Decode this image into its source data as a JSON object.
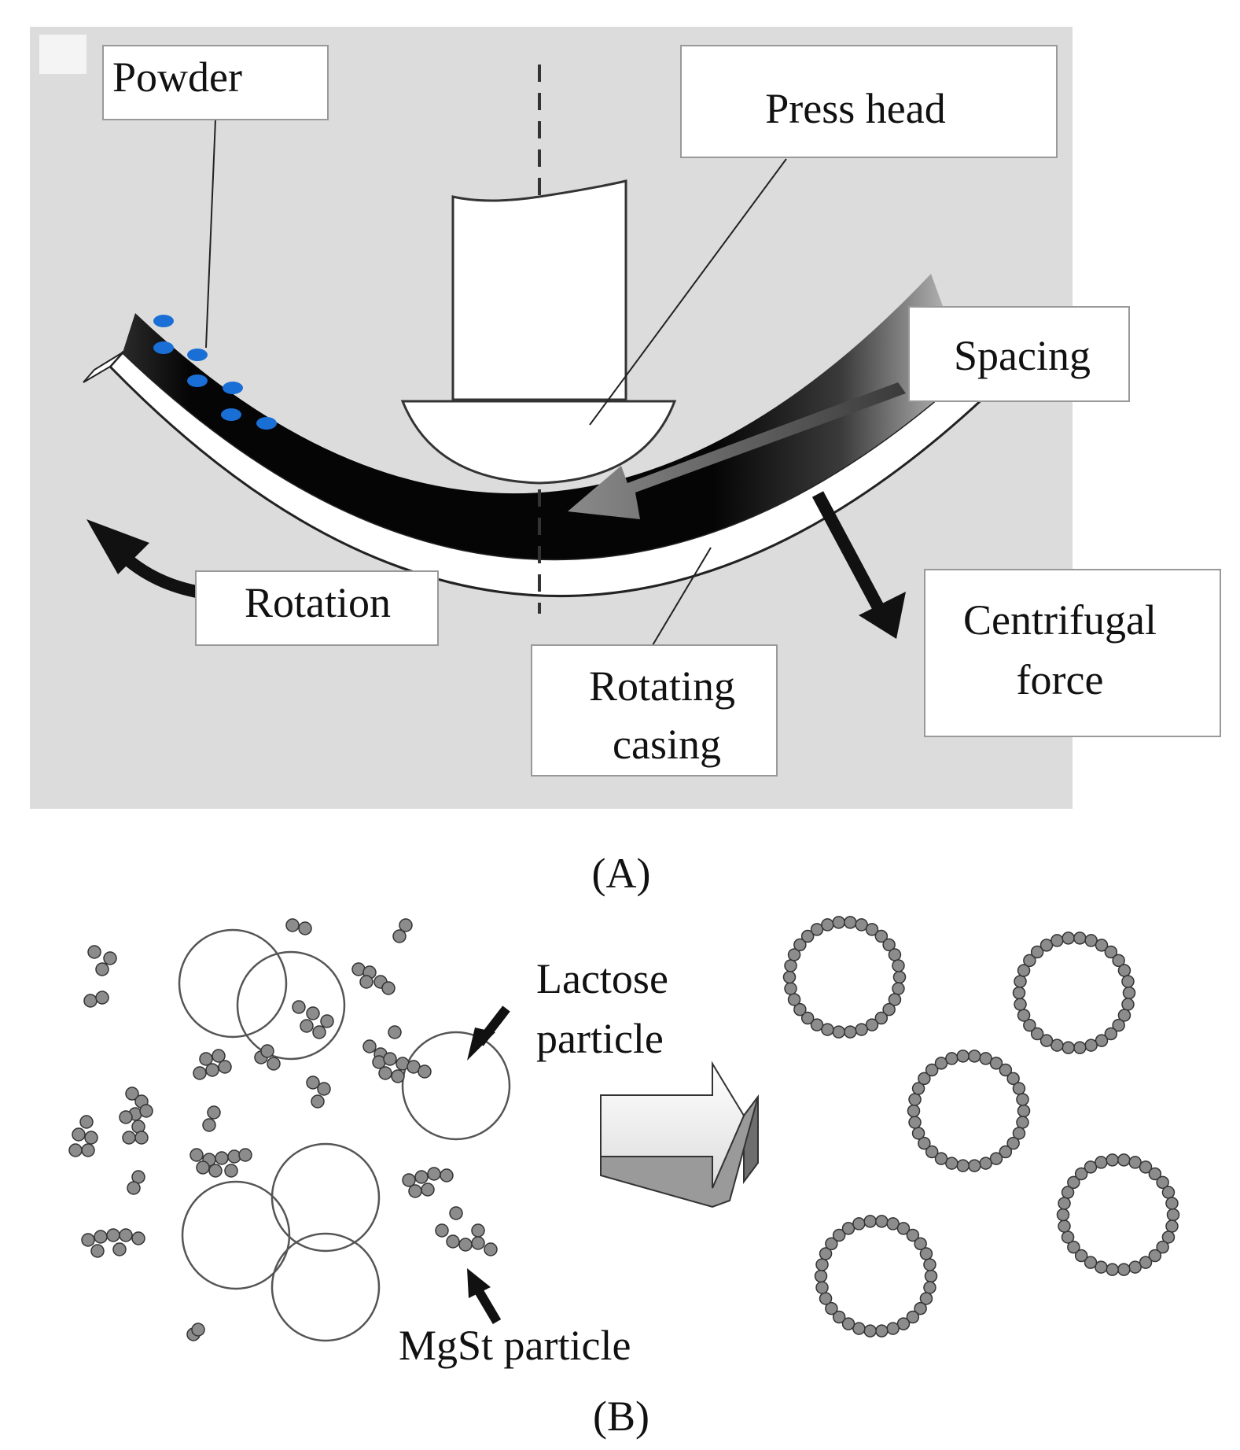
{
  "panel_a": {
    "caption": "(A)",
    "labels": {
      "powder": "Powder",
      "press_head": "Press head",
      "spacing": "Spacing",
      "rotation": "Rotation",
      "rotating_casing_line1": "Rotating",
      "rotating_casing_line2": "casing",
      "centrifugal_line1": "Centrifugal",
      "centrifugal_line2": "force"
    },
    "colors": {
      "background": "#dcdcdc",
      "powder_particles": "#1a6fd6",
      "powder_layer": "#0a0a0a",
      "casing": "#ffffff"
    }
  },
  "panel_b": {
    "caption": "(B)",
    "labels": {
      "lactose_line1": "Lactose",
      "lactose_line2": "particle",
      "mgst": "MgSt particle"
    },
    "colors": {
      "mgst_particle": "#8c8c8c",
      "arrow_fill": "#e8e8e8"
    }
  }
}
